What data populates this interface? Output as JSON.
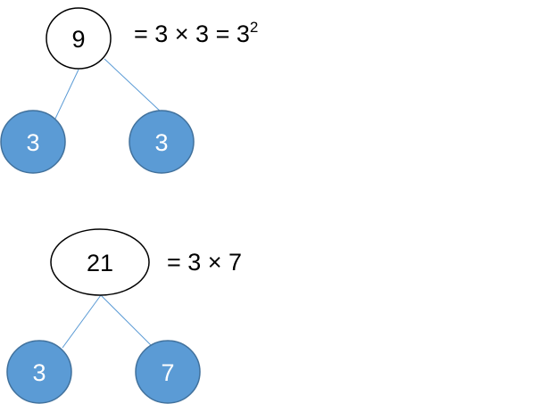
{
  "colors": {
    "root_fill": "#ffffff",
    "root_stroke": "#000000",
    "root_text": "#000000",
    "leaf_fill": "#5b9bd5",
    "leaf_stroke": "#41719c",
    "leaf_text": "#ffffff",
    "edge": "#5b9bd5"
  },
  "trees": [
    {
      "root": "9",
      "leaves": [
        "3",
        "3"
      ],
      "equation": {
        "main": "= 3 × 3 = 3",
        "superscript": "2"
      }
    },
    {
      "root": "21",
      "leaves": [
        "3",
        "7"
      ],
      "equation": {
        "main": "= 3 × 7",
        "superscript": ""
      }
    }
  ]
}
